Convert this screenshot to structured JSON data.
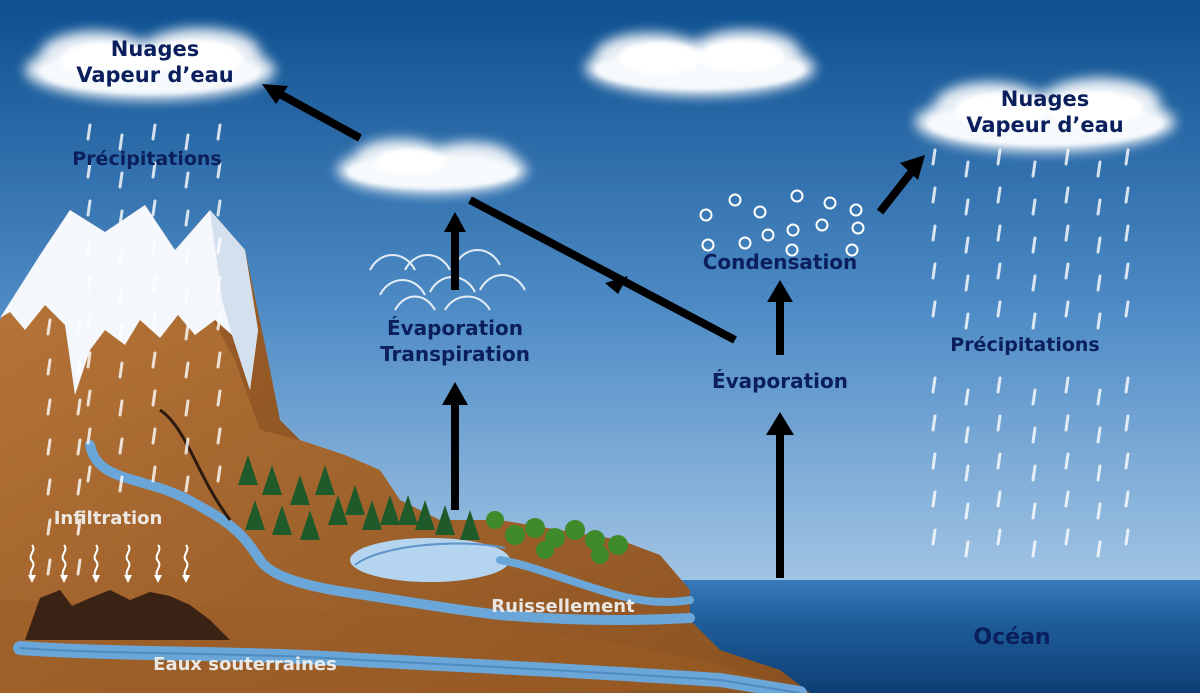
{
  "diagram": {
    "labels": {
      "clouds_left_line1": "Nuages",
      "clouds_left_line2": "Vapeur d’eau",
      "clouds_right_line1": "Nuages",
      "clouds_right_line2": "Vapeur d’eau",
      "precipitation_left": "Précipitations",
      "precipitation_right": "Précipitations",
      "evapotranspiration_line1": "Évaporation",
      "evapotranspiration_line2": "Transpiration",
      "condensation": "Condensation",
      "evaporation_ocean": "Évaporation",
      "infiltration": "Infiltration",
      "runoff": "Ruissellement",
      "groundwater": "Eaux souterraines",
      "ocean": "Océan"
    },
    "colors": {
      "sky_top": "#0d4f8f",
      "sky_mid": "#4f8cc6",
      "sky_bottom": "#c3dbf0",
      "mountain": "#a8682c",
      "mountain_dark": "#7a4518",
      "snow": "#f4f7fb",
      "ocean": "#1f5f9c",
      "water_channel": "#6aa6d8",
      "lake": "#b4d4ef",
      "tree_conifer": "#1f5a2a",
      "tree_broadleaf": "#3f8a2a",
      "arrow": "#000000",
      "label_dark": "#0a1f5c",
      "label_light": "#f2f2f2"
    }
  }
}
